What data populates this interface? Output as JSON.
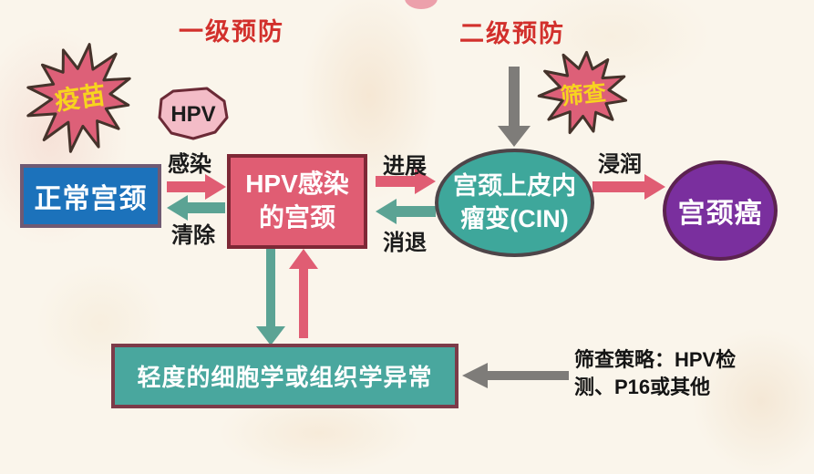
{
  "titles": {
    "primary_prevention": "一级预防",
    "secondary_prevention": "二级预防"
  },
  "bursts": {
    "vaccine": "疫苗",
    "screening": "筛查"
  },
  "nodes": {
    "hpv_tag": "HPV",
    "normal_cervix": "正常宫颈",
    "hpv_infected": {
      "lines": [
        "HPV感染",
        "的宫颈"
      ]
    },
    "cin": {
      "lines": [
        "宫颈上皮内",
        "瘤变(CIN)"
      ]
    },
    "cervical_cancer": "宫颈癌",
    "mild_abnormality": "轻度的细胞学或组织学异常"
  },
  "edge_labels": {
    "infection": "感染",
    "clearance": "清除",
    "progression": "进展",
    "regression": "消退",
    "invasion": "浸润"
  },
  "note": {
    "line1": "筛查策略：HPV检",
    "line2": "测、P16或其他"
  },
  "colors": {
    "background": "#faf5eb",
    "title_red": "#d2302c",
    "burst_fill": "#dd6078",
    "burst_outline": "#45332b",
    "burst_text_yellow": "#f7d41f",
    "hpv_tag_fill": "#f3bcc7",
    "hpv_tag_outline": "#6b2a36",
    "normal_box_fill": "#1c72bb",
    "normal_box_border": "#6f5a73",
    "infected_box_fill": "#e05d73",
    "infected_box_border": "#7e2836",
    "cin_fill": "#3ea79b",
    "cin_border": "#4e4549",
    "cancer_fill": "#7a2f9e",
    "cancer_border": "#5c2350",
    "mild_box_fill": "#49a79e",
    "mild_box_border": "#7c3b49",
    "arrow_pink": "#e05d73",
    "arrow_teal": "#5ba394",
    "arrow_gray": "#7e7c79",
    "label_black": "#1b1b1b"
  }
}
